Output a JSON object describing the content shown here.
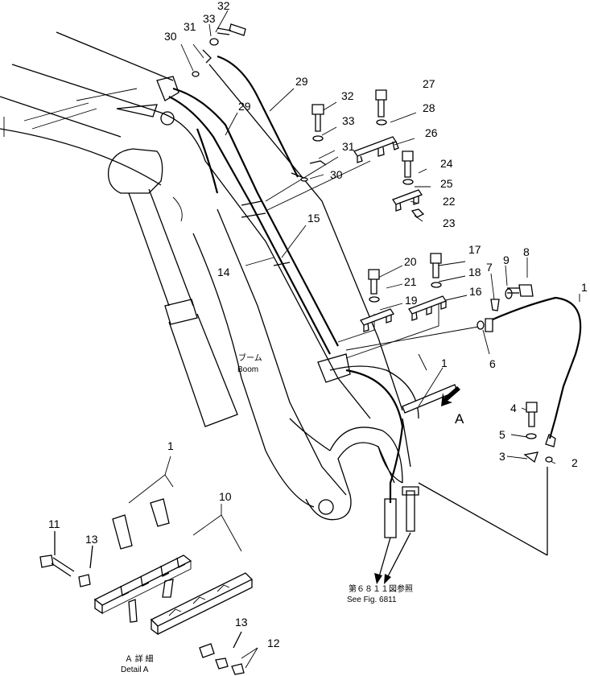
{
  "callouts": [
    {
      "id": "c32a",
      "text": "32"
    },
    {
      "id": "c33a",
      "text": "33"
    },
    {
      "id": "c31a",
      "text": "31"
    },
    {
      "id": "c30a",
      "text": "30"
    },
    {
      "id": "c29a",
      "text": "29"
    },
    {
      "id": "c29b",
      "text": "29"
    },
    {
      "id": "c32b",
      "text": "32"
    },
    {
      "id": "c27",
      "text": "27"
    },
    {
      "id": "c28",
      "text": "28"
    },
    {
      "id": "c33b",
      "text": "33"
    },
    {
      "id": "c26",
      "text": "26"
    },
    {
      "id": "c31b",
      "text": "31"
    },
    {
      "id": "c30b",
      "text": "30"
    },
    {
      "id": "c24",
      "text": "24"
    },
    {
      "id": "c25",
      "text": "25"
    },
    {
      "id": "c22",
      "text": "22"
    },
    {
      "id": "c23",
      "text": "23"
    },
    {
      "id": "c15",
      "text": "15"
    },
    {
      "id": "c14",
      "text": "14"
    },
    {
      "id": "c20",
      "text": "20"
    },
    {
      "id": "c17",
      "text": "17"
    },
    {
      "id": "c9",
      "text": "9"
    },
    {
      "id": "c8",
      "text": "8"
    },
    {
      "id": "c21",
      "text": "21"
    },
    {
      "id": "c18",
      "text": "18"
    },
    {
      "id": "c7",
      "text": "7"
    },
    {
      "id": "c1a",
      "text": "1"
    },
    {
      "id": "c19",
      "text": "19"
    },
    {
      "id": "c16",
      "text": "16"
    },
    {
      "id": "c6",
      "text": "6"
    },
    {
      "id": "c1b",
      "text": "1"
    },
    {
      "id": "c4",
      "text": "4"
    },
    {
      "id": "c5",
      "text": "5"
    },
    {
      "id": "c3",
      "text": "3"
    },
    {
      "id": "c2",
      "text": "2"
    },
    {
      "id": "c1c",
      "text": "1"
    },
    {
      "id": "c10",
      "text": "10"
    },
    {
      "id": "c11",
      "text": "11"
    },
    {
      "id": "c13a",
      "text": "13"
    },
    {
      "id": "c13b",
      "text": "13"
    },
    {
      "id": "c12",
      "text": "12"
    }
  ],
  "labels": {
    "boom_jp": "ブーム",
    "boom_en": "Boom",
    "view_a": "A",
    "see_fig_jp": "第６８１１図参照",
    "see_fig_en": "See Fig. 6811",
    "detail_jp": "Ａ 詳 細",
    "detail_en": "Detail A"
  }
}
